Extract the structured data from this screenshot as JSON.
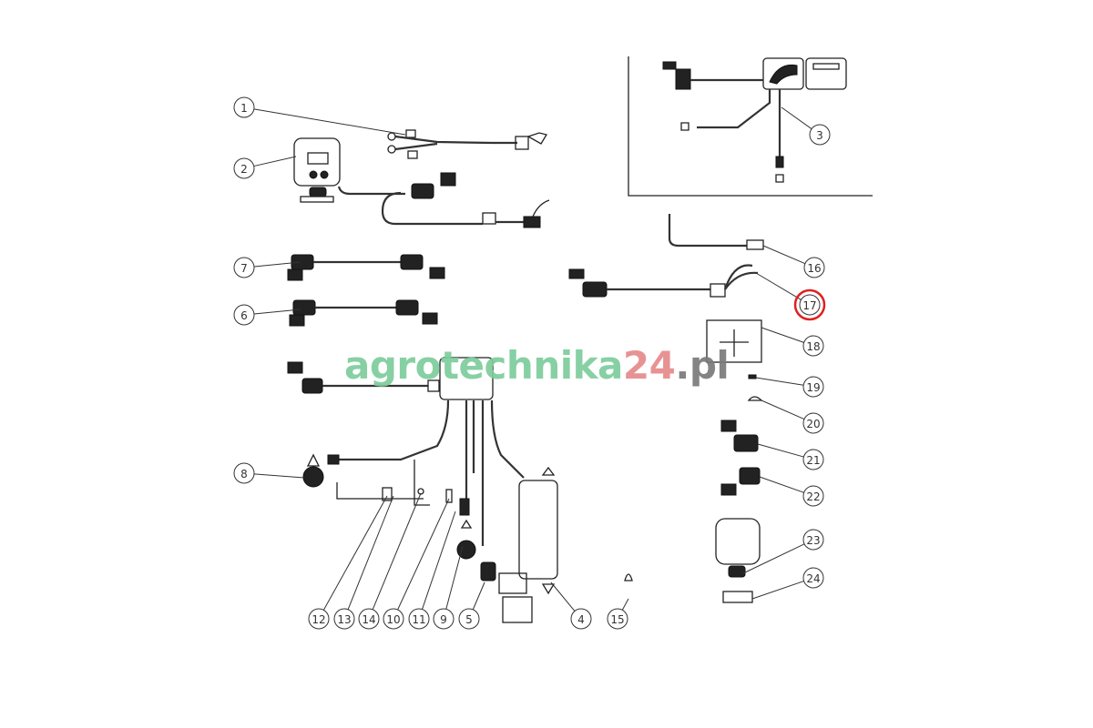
{
  "watermark": {
    "part1": "agrotechnika",
    "part2": "24",
    "part3": ".pl"
  },
  "callouts": [
    "1",
    "2",
    "3",
    "4",
    "5",
    "6",
    "7",
    "8",
    "9",
    "10",
    "11",
    "12",
    "13",
    "14",
    "15",
    "16",
    "17",
    "18",
    "19",
    "20",
    "21",
    "22",
    "23",
    "24"
  ],
  "highlighted_callout": "17",
  "colors": {
    "highlight": "#e02020",
    "wm_green": "#7dcd9c",
    "wm_red": "#e58a8a",
    "wm_gray": "#7a7a7a"
  }
}
